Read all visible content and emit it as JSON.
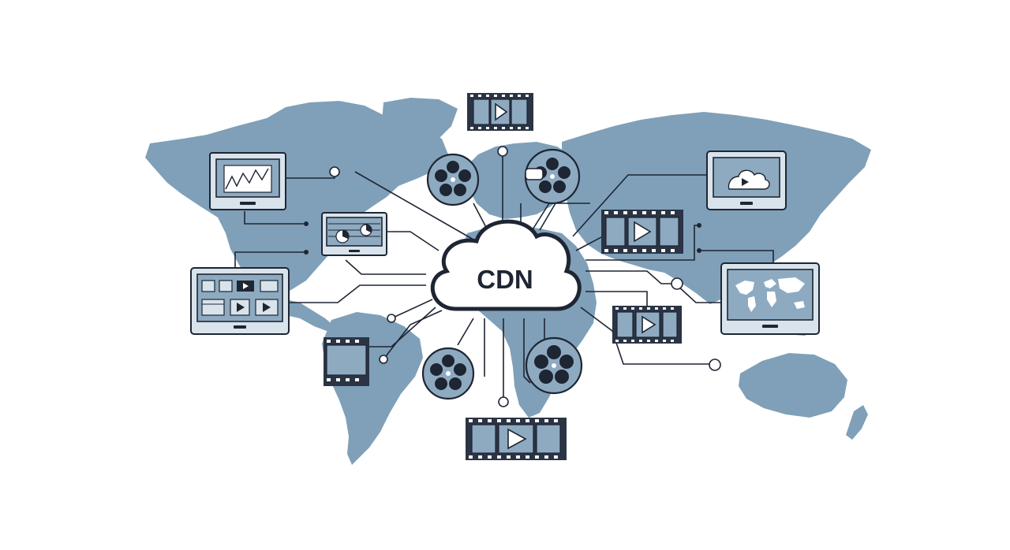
{
  "diagram": {
    "hub_label": "CDN",
    "colors": {
      "map": "#7fa0b8",
      "line": "#1e2533",
      "screen": "#8eaac0",
      "background": "#ffffff"
    },
    "nodes": [
      {
        "kind": "monitor",
        "icon": "line-chart-icon"
      },
      {
        "kind": "monitor",
        "icon": "pie-chart-icon"
      },
      {
        "kind": "tablet",
        "icon": "video-gallery-icon"
      },
      {
        "kind": "film-strip",
        "icon": "film-frame-icon"
      },
      {
        "kind": "film-reel",
        "icon": "film-reel-icon"
      },
      {
        "kind": "film-reel",
        "icon": "projector-reel-icon"
      },
      {
        "kind": "film-strip",
        "icon": "play-film-icon"
      },
      {
        "kind": "monitor",
        "icon": "cloud-play-icon"
      },
      {
        "kind": "film-strip",
        "icon": "play-film-icon"
      },
      {
        "kind": "monitor",
        "icon": "world-map-icon"
      },
      {
        "kind": "film-strip",
        "icon": "play-film-icon"
      },
      {
        "kind": "film-reel",
        "icon": "film-reel-icon"
      },
      {
        "kind": "film-reel",
        "icon": "film-reel-icon"
      },
      {
        "kind": "film-strip",
        "icon": "play-film-icon"
      }
    ]
  }
}
